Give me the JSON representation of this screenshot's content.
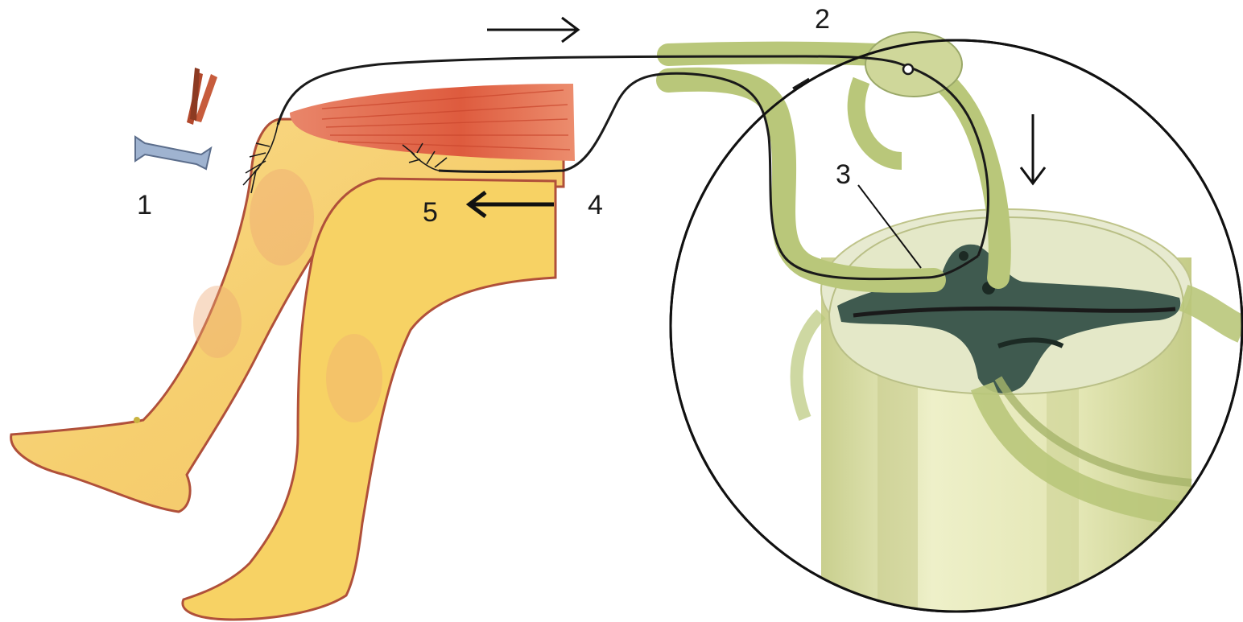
{
  "labels": {
    "hammer": "1",
    "sensory_neuron": "2",
    "interneuron": "3",
    "motor_neuron": "4",
    "effector_muscle": "5"
  },
  "colors": {
    "background": "#ffffff",
    "skin": "#f7d37a",
    "skin_shadow": "#eea873",
    "skin_outline": "#b0503a",
    "muscle": "#e06a4a",
    "nerve": "#1a1a1a",
    "spinal_cord": "#d9dca6",
    "grey_matter": "#3f5a4f",
    "nerve_root": "#b9c77a",
    "hammer_head": "#9fb3d0"
  },
  "icons": {
    "hammer": "reflex-hammer-icon",
    "arrow_afferent": "arrow-right-icon",
    "arrow_down": "arrow-down-icon",
    "arrow_efferent": "arrow-left-icon"
  }
}
